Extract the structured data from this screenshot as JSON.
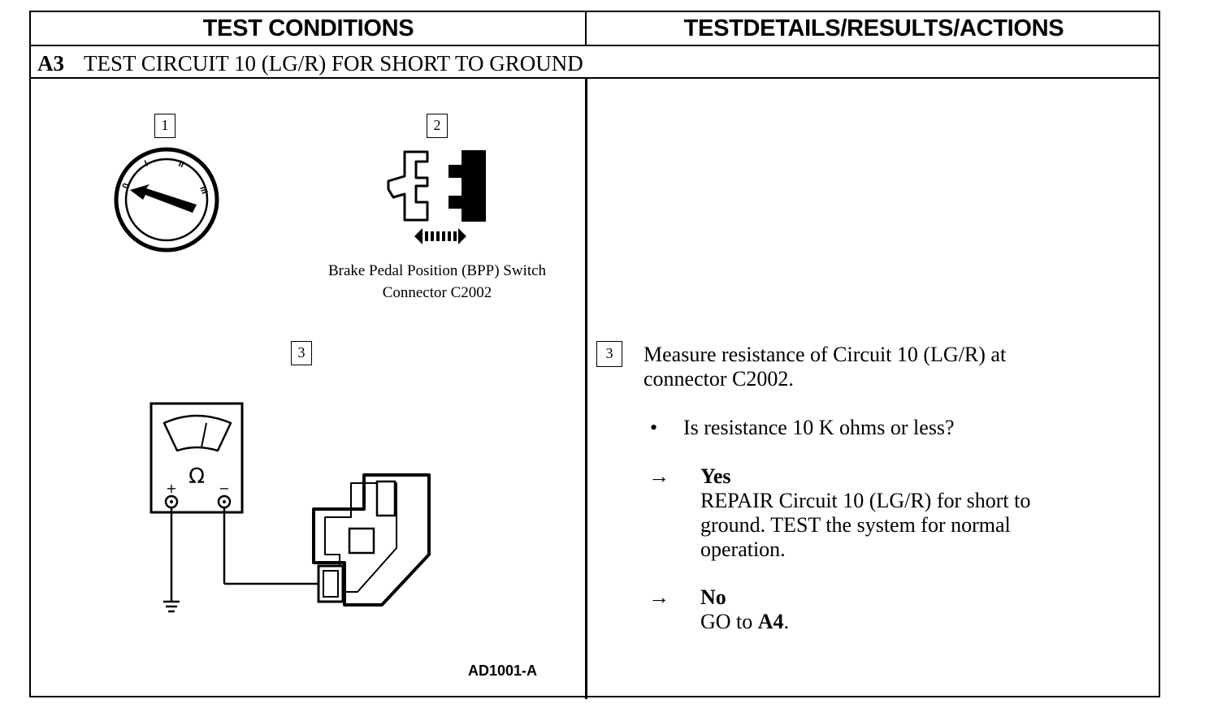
{
  "table": {
    "header_left": "TEST CONDITIONS",
    "header_right": "TESTDETAILS/RESULTS/ACTIONS"
  },
  "step": {
    "id": "A3",
    "title": "TEST CIRCUIT 10 (LG/R) FOR SHORT TO GROUND"
  },
  "figure": {
    "box1": "1",
    "box2": "2",
    "box3": "3",
    "ignition_marks": [
      "0",
      "I",
      "II",
      "III"
    ],
    "omega_symbol": "Ω",
    "plus_terminal": "+",
    "minus_terminal": "−",
    "caption_line1": "Brake Pedal Position (BPP) Switch",
    "caption_line2": "Connector C2002",
    "figure_id": "AD1001-A"
  },
  "details": {
    "step_number": "3",
    "instruction_line1": "Measure resistance of Circuit 10 (LG/R) at",
    "instruction_line2": "connector C2002.",
    "bullet": "•",
    "question": "Is resistance 10 K ohms or less?",
    "arrow": "→",
    "yes_label": "Yes",
    "yes_line1": "REPAIR Circuit 10 (LG/R) for short to",
    "yes_line2": "ground. TEST the system for normal",
    "yes_line3": "operation.",
    "no_label": "No",
    "no_action_prefix": "GO to ",
    "no_action_target": "A4",
    "no_action_suffix": "."
  }
}
